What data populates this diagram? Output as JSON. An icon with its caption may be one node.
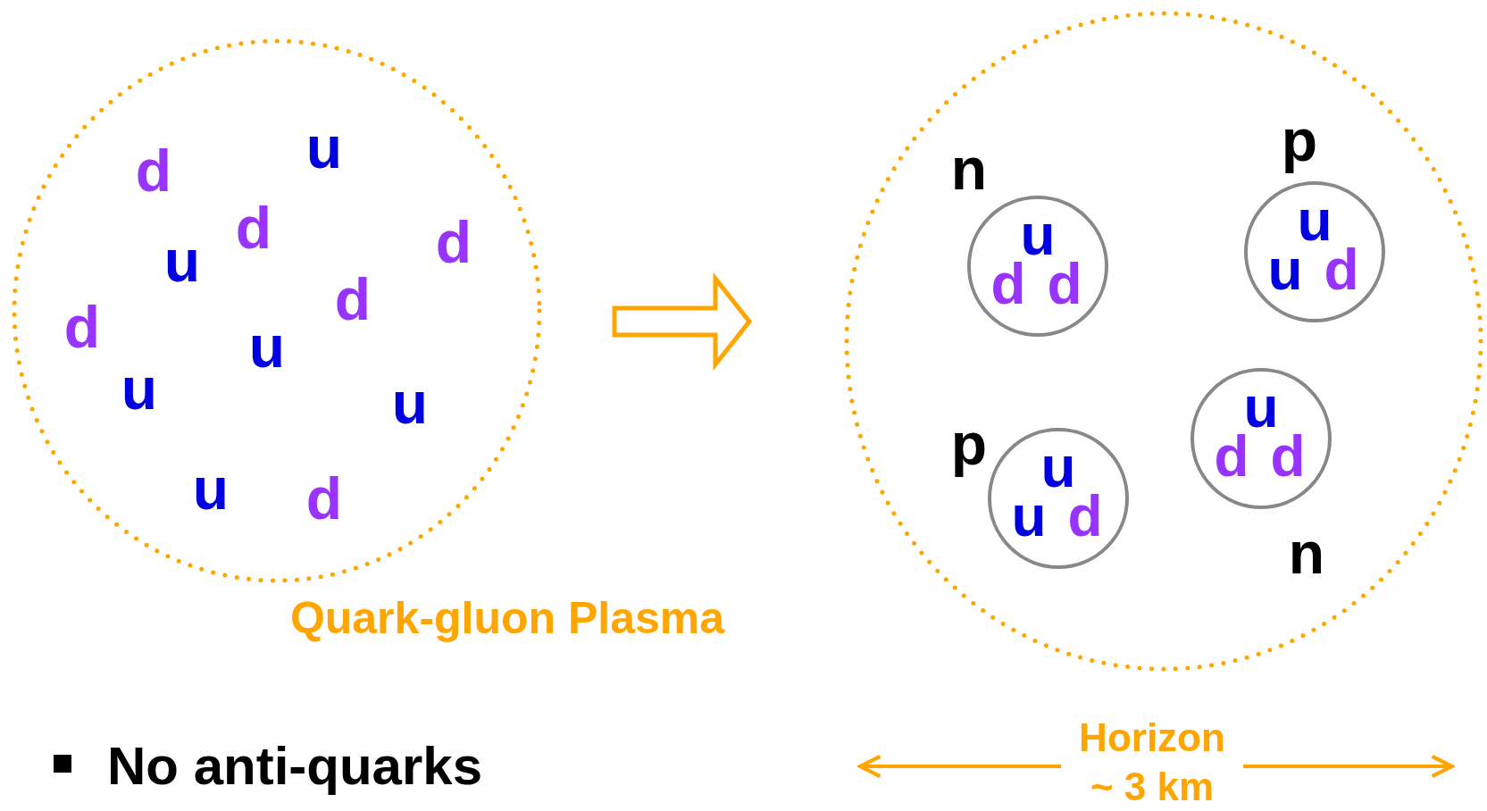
{
  "diagram": {
    "nodes": [
      {
        "text": [],
        "shape": "circle",
        "beside": [
          "Quark-gluon Plasma"
        ]
      },
      {
        "text": [],
        "shape": "circle"
      },
      {
        "text": [
          "u",
          "d",
          "d"
        ],
        "in": 1,
        "beside": [
          "n"
        ]
      },
      {
        "text": [
          "u",
          "u",
          "d"
        ],
        "in": 1,
        "beside": [
          "p"
        ]
      },
      {
        "text": [
          "u",
          "u",
          "d"
        ],
        "in": 1,
        "beside": [
          "p"
        ]
      },
      {
        "text": [
          "u",
          "d",
          "d"
        ],
        "in": 1,
        "beside": [
          "n"
        ]
      }
    ],
    "edges": [
      {
        "from": 0,
        "to": 1,
        "arrow": "to"
      }
    ],
    "labels": [
      "u",
      "d",
      "d",
      "d",
      "u",
      "d",
      "d",
      "u",
      "u",
      "u",
      "u",
      "d",
      "Horizon ~ 3 km",
      "No anti-quarks"
    ]
  }
}
